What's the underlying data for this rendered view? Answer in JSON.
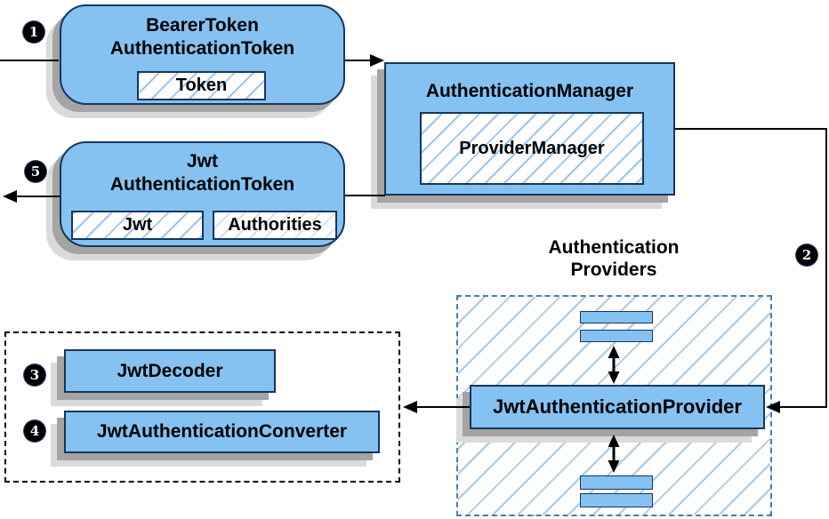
{
  "diagram": {
    "nodes": {
      "bearerToken": {
        "line1": "BearerToken",
        "line2": "AuthenticationToken",
        "chip": "Token"
      },
      "authManager": {
        "title": "AuthenticationManager",
        "chip": "ProviderManager"
      },
      "jwtToken": {
        "line1": "Jwt",
        "line2": "AuthenticationToken",
        "chip1": "Jwt",
        "chip2": "Authorities"
      },
      "providersGroup": {
        "line1": "Authentication",
        "line2": "Providers"
      },
      "jwtProvider": {
        "label": "JwtAuthenticationProvider"
      },
      "jwtDecoder": {
        "label": "JwtDecoder"
      },
      "jwtConverter": {
        "label": "JwtAuthenticationConverter"
      }
    },
    "steps": {
      "s1": "1",
      "s2": "2",
      "s3": "3",
      "s4": "4",
      "s5": "5"
    },
    "colors": {
      "node_fill": "#85c2f2",
      "node_border": "#16365c",
      "hatch_line": "#9cc6ee",
      "providers_dash_border": "#4a7ab5",
      "converters_dash_border": "#000000",
      "shadow": "#a4a4a4",
      "connector": "#000000",
      "step_badge_bg": "#000000",
      "step_badge_text": "#ffffff"
    }
  }
}
